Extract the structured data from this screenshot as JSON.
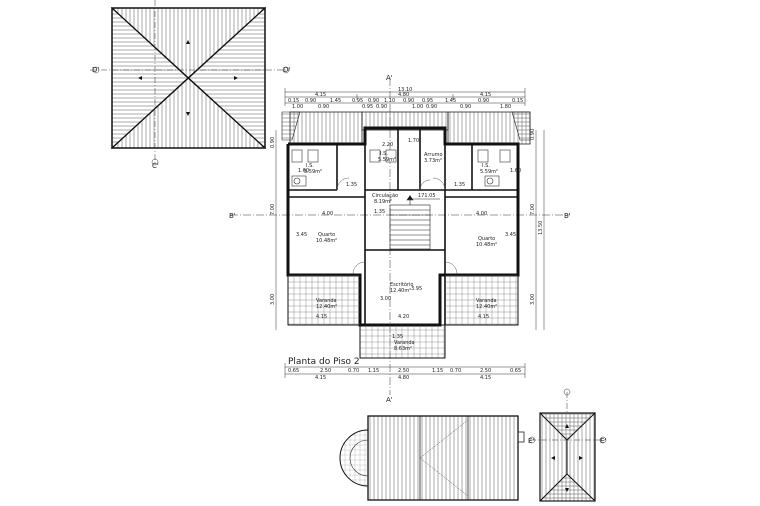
{
  "plan": {
    "title": "Planta do Piso 2",
    "level_mark": "171.05",
    "section_marks": {
      "a_top": "A'",
      "a_bottom": "A'",
      "b_left": "B'",
      "b_right": "B'",
      "c": "C'",
      "d_left": "D'",
      "d_right": "D'",
      "e_left": "E'",
      "e_right": "E'"
    },
    "rooms": [
      {
        "id": "circulacao",
        "name": "Circulação",
        "area": "8.19m²"
      },
      {
        "id": "arrumo",
        "name": "Arrumo",
        "area": "3.73m²"
      },
      {
        "id": "quarto_left",
        "name": "Quarto",
        "area": "10.48m²"
      },
      {
        "id": "quarto_right",
        "name": "Quarto",
        "area": "10.48m²"
      },
      {
        "id": "escritorio",
        "name": "Escritório",
        "area": "12.40m²"
      },
      {
        "id": "varanda_left",
        "name": "Varanda",
        "area": "12.40m²"
      },
      {
        "id": "varanda_right",
        "name": "Varanda",
        "area": "12.40m²"
      },
      {
        "id": "varanda_bottom",
        "name": "Varanda",
        "area": "8.63m²"
      },
      {
        "id": "wc_left",
        "name": "I.S.",
        "area": "5.59m²"
      },
      {
        "id": "wc_mid",
        "name": "I.S.",
        "area": "5.59m²"
      },
      {
        "id": "wc_right",
        "name": "I.S.",
        "area": "5.59m²"
      }
    ],
    "dims_top_total": "13.10",
    "dims_top_row1": [
      "4.15",
      "4.80",
      "4.15"
    ],
    "dims_top_row2": [
      "0.15",
      "0.90",
      "1.45",
      "0.95",
      "0.90",
      "1.10",
      "0.90",
      "0.95",
      "1.45",
      "0.90",
      "0.15"
    ],
    "dims_top_row3": [
      "1.00",
      "0.90",
      "0.95",
      "0.90",
      "1.00",
      "0.90",
      "0.90",
      "1.80"
    ],
    "dims_bottom_row1": [
      "0.65",
      "2.50",
      "0.70",
      "1.15",
      "2.50",
      "1.15",
      "0.70",
      "2.50",
      "0.65"
    ],
    "dims_bottom_row2": [
      "4.15",
      "4.80",
      "4.15"
    ],
    "dims_left": [
      "0.90",
      "7.00",
      "3.00"
    ],
    "dims_right": [
      "0.90",
      "7.00",
      "13.50",
      "3.00"
    ],
    "interior_dims": {
      "a": "1.35",
      "b": "1.35",
      "c": "1.35",
      "d": "1.70",
      "e": "4.00",
      "f": "4.00",
      "g": "3.45",
      "h": "3.45",
      "i": "3.95",
      "j": "4.20",
      "k": "4.15",
      "l": "4.15",
      "m": "1.35",
      "n": "2.20",
      "o": "1.60",
      "p": "1.60",
      "q": "3.00"
    }
  }
}
